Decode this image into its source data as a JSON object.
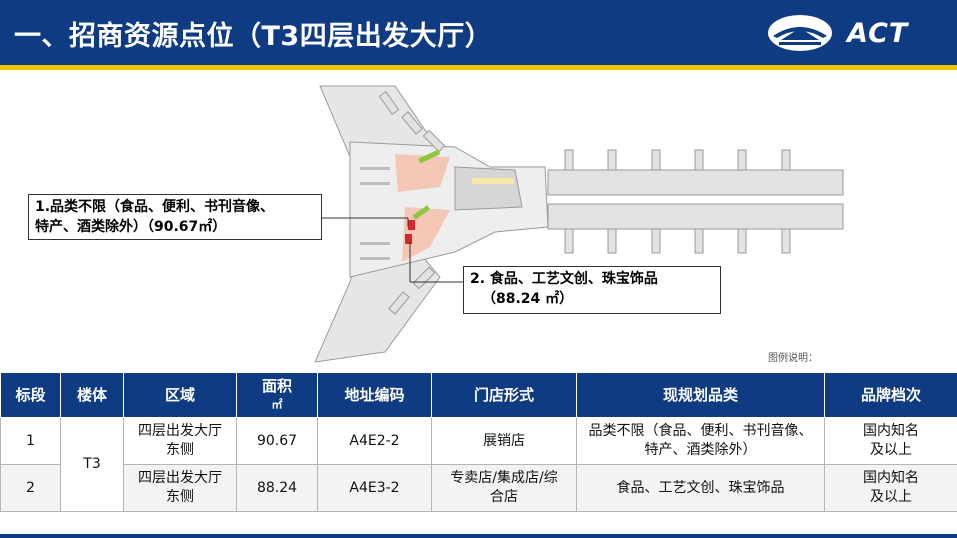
{
  "header": {
    "title": "一、招商资源点位（T3四层出发大厅）",
    "logo_text": "ACT"
  },
  "map": {
    "callout_1": {
      "line1": "1.品类不限（食品、便利、书刊音像、",
      "line2": "特产、酒类除外）（90.67㎡）"
    },
    "callout_2": {
      "line1": "2. 食品、工艺文创、珠宝饰品",
      "line2": "（88.24 ㎡）"
    },
    "legend_label": "图例说明："
  },
  "table": {
    "headers": [
      "标段",
      "楼体",
      "区域",
      "面积㎡",
      "地址编码",
      "门店形式",
      "现规划品类",
      "品牌档次"
    ],
    "area_header_line1": "面积",
    "area_header_line2": "㎡",
    "building": "T3",
    "rows": [
      {
        "section": "1",
        "zone_line1": "四层出发大厅",
        "zone_line2": "东侧",
        "area": "90.67",
        "code": "A4E2-2",
        "format": "展销店",
        "category_line1": "品类不限（食品、便利、书刊音像、",
        "category_line2": "特产、酒类除外）",
        "grade_line1": "国内知名",
        "grade_line2": "及以上"
      },
      {
        "section": "2",
        "zone_line1": "四层出发大厅",
        "zone_line2": "东侧",
        "area": "88.24",
        "code": "A4E3-2",
        "format_line1": "专卖店/集成店/综",
        "format_line2": "合店",
        "category_line1": "食品、工艺文创、珠宝饰品",
        "category_line2": "",
        "grade_line1": "国内知名",
        "grade_line2": "及以上"
      }
    ]
  },
  "colors": {
    "header_bg": "#0f3b82",
    "stripe": "#f5c200",
    "highlight_zone": "#f4c6b6",
    "shop_marker": "#d9262c",
    "green_marker": "#8cc63f"
  }
}
